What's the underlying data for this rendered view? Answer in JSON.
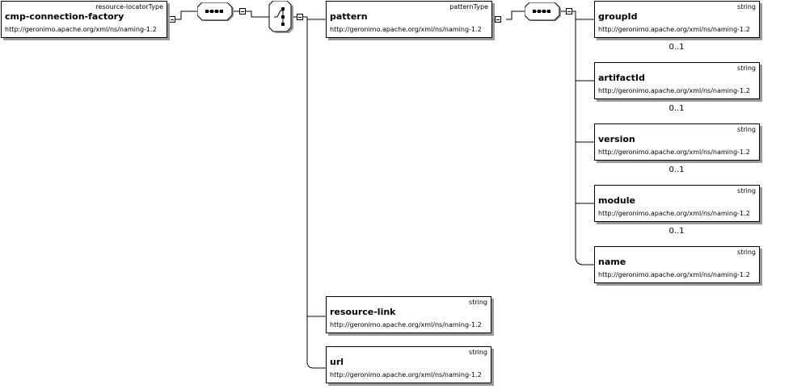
{
  "root": {
    "name": "cmp-connection-factory",
    "type": "resource-locatorType",
    "namespace": "http://geronimo.apache.org/xml/ns/naming-1.2"
  },
  "pattern": {
    "name": "pattern",
    "type": "patternType",
    "namespace": "http://geronimo.apache.org/xml/ns/naming-1.2"
  },
  "pattern_children": [
    {
      "name": "groupId",
      "type": "string",
      "namespace": "http://geronimo.apache.org/xml/ns/naming-1.2",
      "occurrence": "0..1"
    },
    {
      "name": "artifactId",
      "type": "string",
      "namespace": "http://geronimo.apache.org/xml/ns/naming-1.2",
      "occurrence": "0..1"
    },
    {
      "name": "version",
      "type": "string",
      "namespace": "http://geronimo.apache.org/xml/ns/naming-1.2",
      "occurrence": "0..1"
    },
    {
      "name": "module",
      "type": "string",
      "namespace": "http://geronimo.apache.org/xml/ns/naming-1.2",
      "occurrence": "0..1"
    },
    {
      "name": "name",
      "type": "string",
      "namespace": "http://geronimo.apache.org/xml/ns/naming-1.2",
      "occurrence": ""
    }
  ],
  "resource_link": {
    "name": "resource-link",
    "type": "string",
    "namespace": "http://geronimo.apache.org/xml/ns/naming-1.2"
  },
  "url": {
    "name": "url",
    "type": "string",
    "namespace": "http://geronimo.apache.org/xml/ns/naming-1.2"
  },
  "compositors": {
    "sequence_icon": "sequence-icon",
    "choice_icon": "choice-icon"
  }
}
